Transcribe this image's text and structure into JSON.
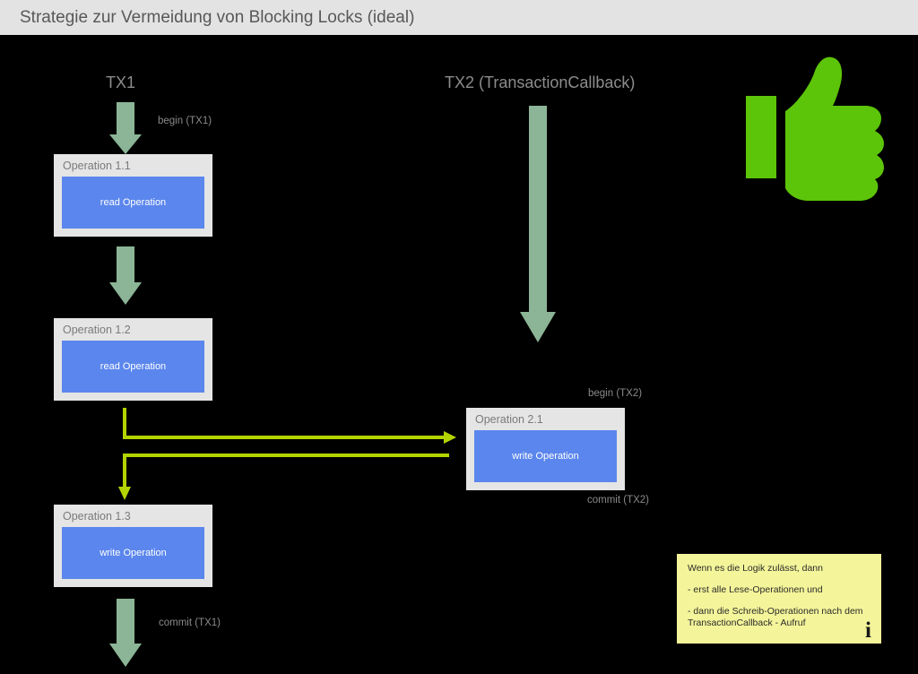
{
  "window": {
    "title": "Strategie zur Vermeidung von Blocking Locks (ideal)",
    "titlebar_color": "#e3e3e3",
    "background_color": "#000000"
  },
  "colors": {
    "operation_box": "#e5e5e5",
    "operation_inner_blue": "#5b86ed",
    "flow_arrow_green": "#8bb596",
    "connector_yellow_green": "#b4d400",
    "thumbs_up_green": "#5cc409",
    "note_yellow": "#f4f49a",
    "label_gray": "#8a8a8a"
  },
  "columns": [
    {
      "id": "tx1",
      "label": "TX1"
    },
    {
      "id": "tx2",
      "label": "TX2 (TransactionCallback)"
    }
  ],
  "operations": [
    {
      "id": "op11",
      "title": "Operation 1.1",
      "inner_label": "read Operation",
      "column": "tx1"
    },
    {
      "id": "op12",
      "title": "Operation 1.2",
      "inner_label": "read Operation",
      "column": "tx1"
    },
    {
      "id": "op13",
      "title": "Operation 1.3",
      "inner_label": "write Operation",
      "column": "tx1"
    },
    {
      "id": "op21",
      "title": "Operation 2.1",
      "inner_label": "write Operation",
      "column": "tx2"
    }
  ],
  "annotations": [
    {
      "id": "begin-tx1",
      "text": "begin (TX1)"
    },
    {
      "id": "commit-tx1",
      "text": "commit (TX1)"
    },
    {
      "id": "begin-tx2",
      "text": "begin (TX2)"
    },
    {
      "id": "commit-tx2",
      "text": "commit (TX2)"
    }
  ],
  "note": {
    "lines": [
      "Wenn es die Logik zulässt, dann",
      "- erst alle Lese-Operationen und",
      "- dann die Schreib-Operationen nach dem TransactionCallback - Aufruf"
    ],
    "icon": "info-i"
  },
  "icons": {
    "thumbs_up": "thumbs-up-icon"
  }
}
